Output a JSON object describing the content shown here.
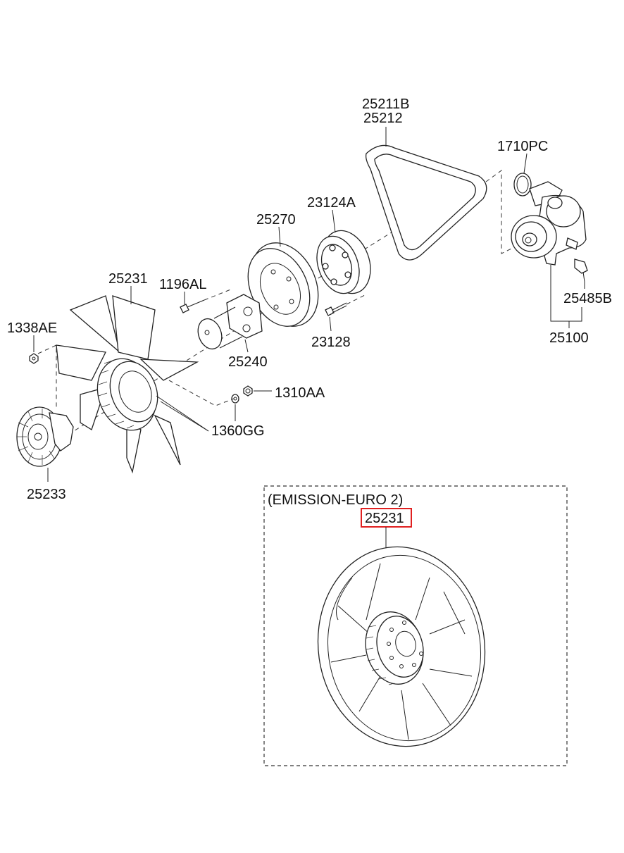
{
  "callouts": {
    "belt": [
      "25211B",
      "25212"
    ],
    "oring": "1710PC",
    "pulley": "23124A",
    "damper": "25270",
    "fan": "25231",
    "bolt_top": "1196AL",
    "nut_left": "1338AE",
    "sensor": "25485B",
    "bolt_pulley": "23128",
    "water_pump": "25100",
    "spacer": "25240",
    "nut_right": "1310AA",
    "washer": "1360GG",
    "fan_clutch": "25233"
  },
  "inset": {
    "title": "(EMISSION-EURO 2)",
    "part": "25231"
  },
  "colors": {
    "line": "#222222",
    "highlight": "#e02020"
  }
}
